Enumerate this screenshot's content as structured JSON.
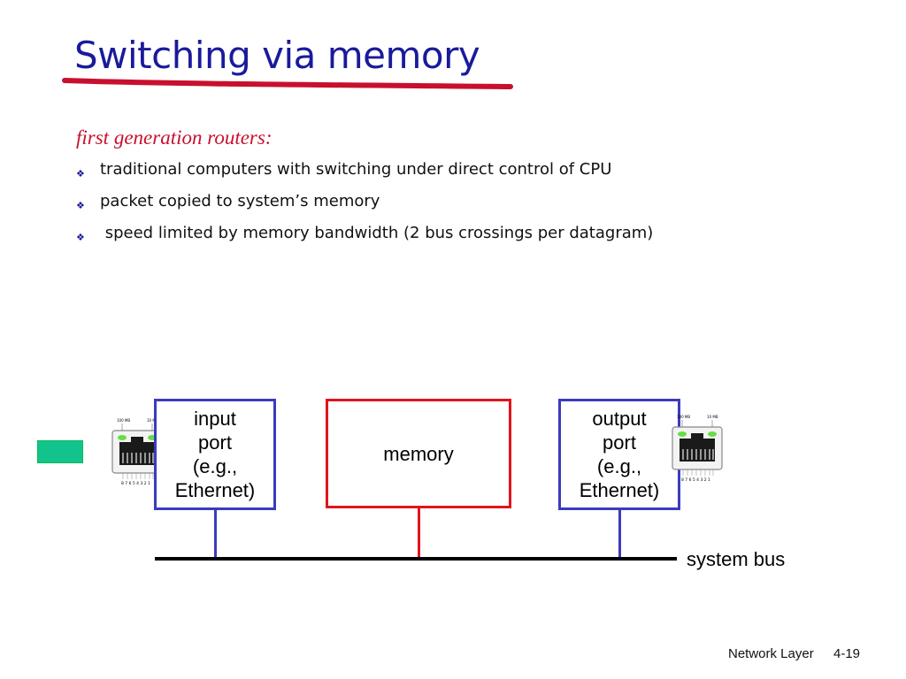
{
  "slide": {
    "title": "Switching via memory",
    "subtitle": "first generation routers:",
    "bullets": [
      "traditional computers with switching under direct control of CPU",
      "packet copied to system’s memory",
      " speed limited by memory bandwidth (2 bus crossings per datagram)"
    ]
  },
  "diagram": {
    "input_port": {
      "line1": "input",
      "line2": "port",
      "line3": "(e.g.,",
      "line4": "Ethernet)"
    },
    "memory": "memory",
    "output_port": {
      "line1": "output",
      "line2": "port",
      "line3": "(e.g.,",
      "line4": "Ethernet)"
    },
    "bus_label": "system bus",
    "connector_led_labels": [
      "100 MB",
      "10 MB"
    ],
    "connector_pin_labels": "8 7 6 5 4 3 2 1",
    "colors": {
      "port_border": "#3b3bbf",
      "memory_border": "#e0141c",
      "accent_green": "#12c48c"
    }
  },
  "footer": {
    "label": "Network Layer",
    "page": "4-19"
  }
}
